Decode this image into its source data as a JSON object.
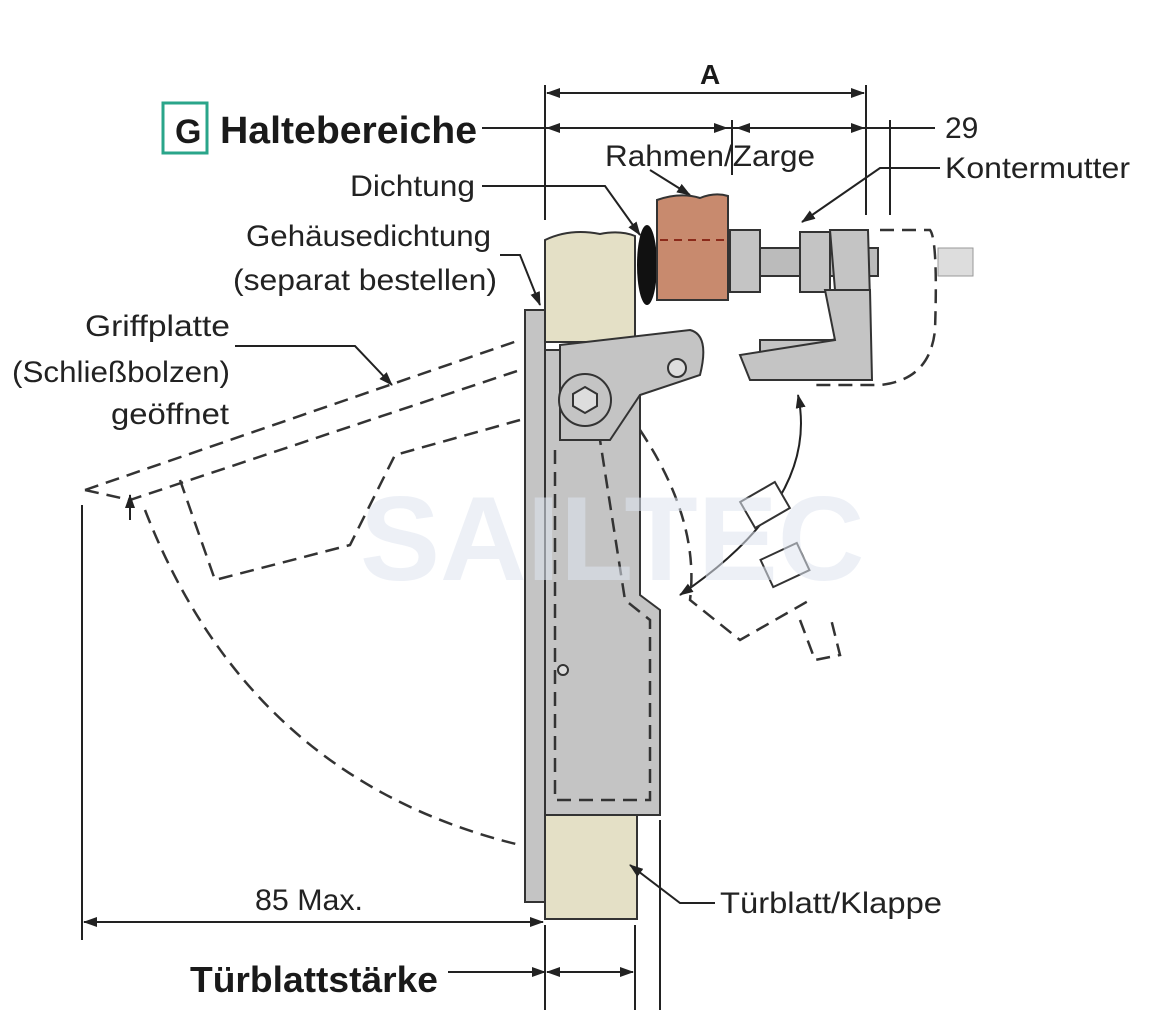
{
  "diagram": {
    "watermark": "SAILTEC",
    "badge_letter": "G",
    "labels": {
      "haltebereiche": "Haltebereiche",
      "dimension_a": "A",
      "dimension_29": "29",
      "rahmen": "Rahmen/Zarge",
      "kontermutter": "Kontermutter",
      "dichtung": "Dichtung",
      "gehaeusedichtung_1": "Gehäusedichtung",
      "gehaeusedichtung_2": "(separat bestellen)",
      "griffplatte_1": "Griffplatte",
      "griffplatte_2": "(Schließbolzen)",
      "griffplatte_3": "geöffnet",
      "max85": "85 Max.",
      "tuerblatt": "Türblatt/Klappe",
      "tuerblattstaerke": "Türblattstärke"
    },
    "colors": {
      "badge": "#2aa58a",
      "door": "#e4e0c6",
      "frame": "#c88a6e",
      "metal": "#c4c4c4"
    }
  }
}
